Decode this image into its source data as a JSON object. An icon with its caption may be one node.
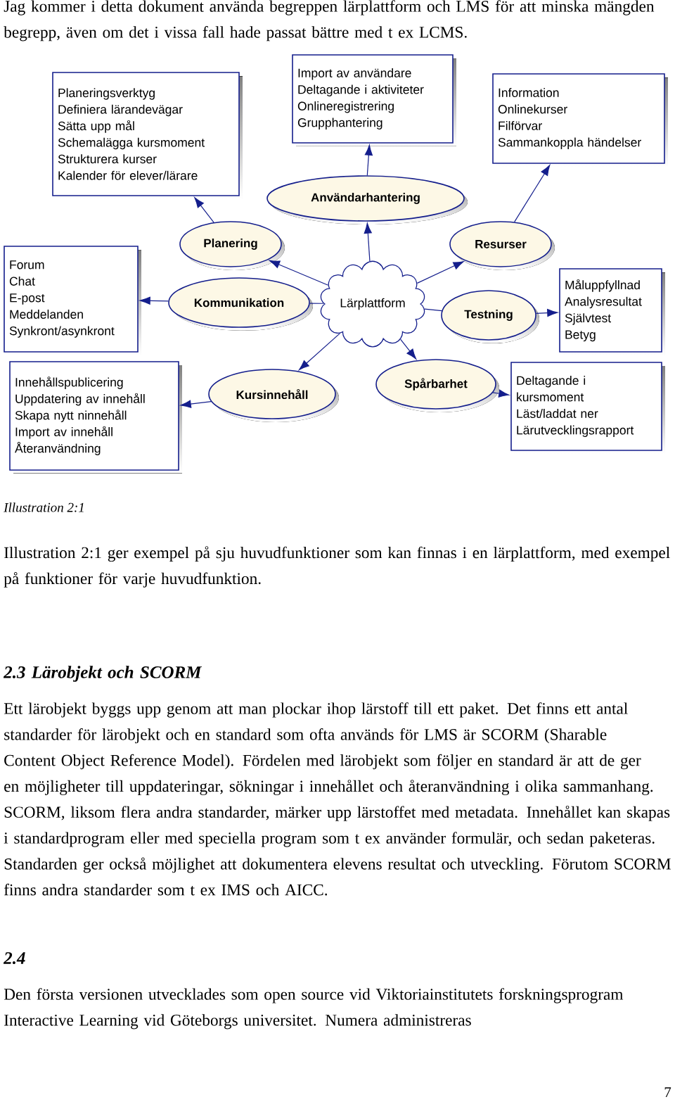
{
  "diagram": {
    "caption": "Illustration 2:1",
    "nodes": [
      {
        "text": [
          "Planeringsverktyg",
          "Definiera lärandevägar",
          "Sätta upp mål",
          "Schemalägga kursmoment",
          "Strukturera kurser",
          "Kalender för elever/lärare"
        ]
      },
      {
        "text": [
          "Import av användare",
          "Deltagande i aktiviteter",
          "Onlineregistrering",
          "Grupphantering"
        ]
      },
      {
        "text": [
          "Information",
          "Onlinekurser",
          "Filförvar",
          "Sammankoppla händelser"
        ]
      },
      {
        "text": [
          "Användarhantering"
        ]
      },
      {
        "text": [
          "Planering"
        ]
      },
      {
        "text": [
          "Resurser"
        ]
      },
      {
        "text": [
          "Forum",
          "Chat",
          "E-post",
          "Meddelanden",
          "Synkront/asynkront"
        ]
      },
      {
        "text": [
          "Kommunikation"
        ]
      },
      {
        "text": [
          "Lärplattform"
        ]
      },
      {
        "text": [
          "Testning"
        ]
      },
      {
        "text": [
          "Måluppfyllnad",
          "Analysresultat",
          "Självtest",
          "Betyg"
        ]
      },
      {
        "text": [
          "Innehållspublicering",
          "Uppdatering av innehåll",
          "Skapa nytt ninnehåll",
          "Import av innehåll",
          "Återanvändning"
        ]
      },
      {
        "text": [
          "Kursinnehåll"
        ]
      },
      {
        "text": [
          "Spårbarhet"
        ]
      },
      {
        "text": [
          "Deltagande i kursmoment",
          "Läst/laddat ner",
          "Lärutvecklingsrapport"
        ]
      }
    ],
    "edges": [
      {
        "from": 8,
        "to": 4,
        "arrow": "to"
      },
      {
        "from": 8,
        "to": 3,
        "arrow": "to"
      },
      {
        "from": 8,
        "to": 5,
        "arrow": "to"
      },
      {
        "from": 8,
        "to": 7,
        "arrow": "none"
      },
      {
        "from": 8,
        "to": 9,
        "arrow": "none"
      },
      {
        "from": 8,
        "to": 12,
        "arrow": "to"
      },
      {
        "from": 8,
        "to": 13,
        "arrow": "to"
      },
      {
        "from": 4,
        "to": 0,
        "arrow": "to"
      },
      {
        "from": 3,
        "to": 1,
        "arrow": "to"
      },
      {
        "from": 5,
        "to": 2,
        "arrow": "to"
      },
      {
        "from": 7,
        "to": 6,
        "arrow": "to"
      },
      {
        "from": 9,
        "to": 10,
        "arrow": "to"
      },
      {
        "from": 12,
        "to": 11,
        "arrow": "to"
      },
      {
        "from": 13,
        "to": 14,
        "arrow": "to"
      }
    ],
    "labels": [
      "Jag kommer i detta dokument använda begreppen lärplattform och LMS för att minska mängden begrepp, även om det i vissa fall hade passat bättre med t ex LCMS.",
      "Illustration 2:1 ger exempel på sju huvudfunktioner som kan finnas i en lärplattform, med exempel på funktioner för varje huvudfunktion.",
      "2.3 Lärobjekt och SCORM",
      "Ett lärobjekt byggs upp genom att man plockar ihop lärstoff till ett paket. Det finns ett antal standarder för lärobjekt och en standard som ofta används för LMS är SCORM (Sharable Content Object Reference Model). Fördelen med lärobjekt som följer en standard är att de ger en möjligheter till uppdateringar, sökningar i innehållet och återanvändning i olika sammanhang. SCORM, liksom flera andra standarder, märker upp lärstoffet med metadata. Innehållet kan skapas i standardprogram eller med speciella program som t ex använder formulär, och sedan paketeras. Standarden ger också möjlighet att dokumentera elevens resultat och utveckling. Förutom SCORM finns andra standarder som t ex IMS och AICC.",
      "2.4",
      "Den första versionen utvecklades som open source vid Viktoriainstitutets forskningsprogram Interactive Learning vid Göteborgs universitet. Numera administreras",
      "7"
    ]
  }
}
